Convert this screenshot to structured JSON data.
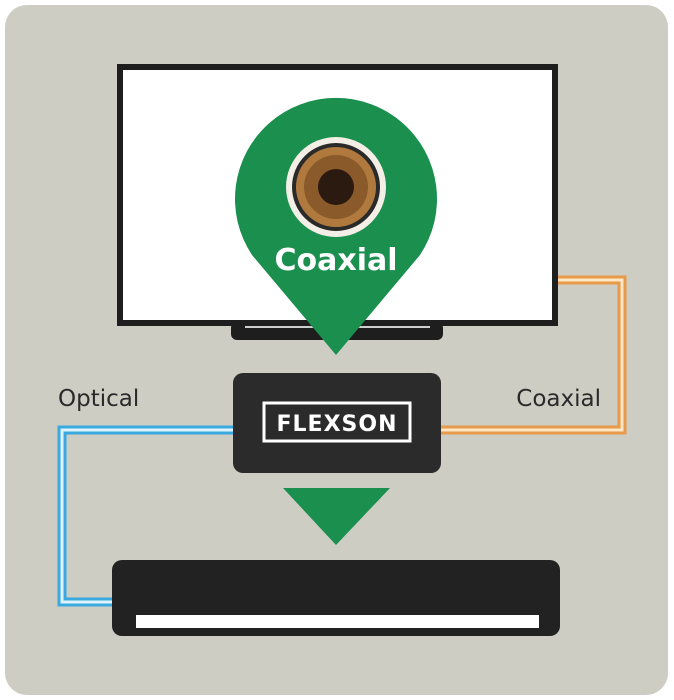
{
  "pin": {
    "label": "Coaxial"
  },
  "cables": {
    "left_label": "Optical",
    "right_label": "Coaxial"
  },
  "device": {
    "brand": "FLEXSON"
  },
  "colors": {
    "background": "#cdcdc4",
    "green": "#1a8f4e",
    "optical": "#39a9e0",
    "coaxial": "#e79a4a",
    "device": "#2b2b2b"
  }
}
